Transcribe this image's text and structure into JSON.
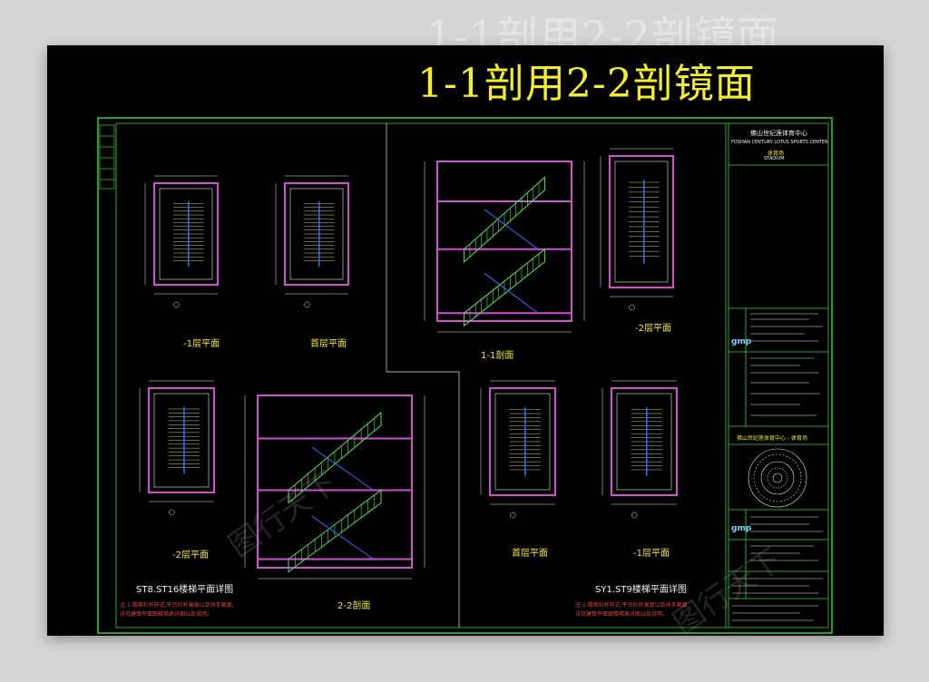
{
  "background_title": "1-1剖用2-2剖镜面",
  "title": "1-1剖用2-2剖镜面",
  "drawing_labels": {
    "plan_b1": "-1层平面",
    "plan_1f_top": "首层平面",
    "section_1": "1-1剖面",
    "plan_2f_top": "-2层平面",
    "plan_b2": "-2层平面",
    "section_2": "2-2剖面",
    "plan_1f_bottom": "首层平面",
    "plan_b1_bottom": "-1层平面",
    "detail_left": "ST8.ST16楼梯平面详图",
    "detail_right": "SY1.ST9楼梯平面详图"
  },
  "notes": {
    "left": [
      "注:1.楼梯栏杆样式,平台栏杆高度以及扶手高度,",
      "详见建筑平面图楼梯表详图以及说明。"
    ],
    "right": [
      "注:1.楼梯栏杆样式,平台栏杆高度以及扶手高度,",
      "详见建筑平面图楼梯表详图以及说明。"
    ]
  },
  "title_block": {
    "project_cn": "佛山世纪莲体育中心",
    "project_en": "FOSHAN CENTURY LOTUS SPORTS CENTER",
    "stadium": "体育场",
    "stadium_en": "STADIUM",
    "logo": "gmp",
    "logo2": "gmp",
    "sub_project": "佛山世纪莲体育中心 - 体育场"
  },
  "watermark": "图行天下"
}
